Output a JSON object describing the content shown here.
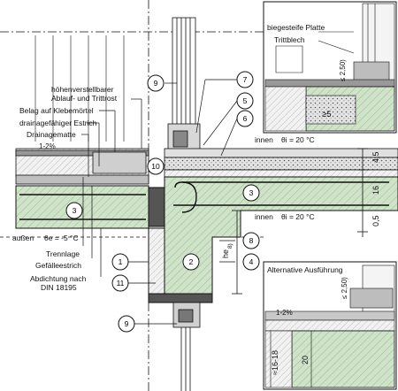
{
  "labels": {
    "ablauf_1": "höhenverstellbarer",
    "ablauf_2": "Ablauf- und Trittrost",
    "belag": "Belag auf Klebemörtel",
    "estrich": "drainagefähiger Estrich",
    "drainage": "Drainagematte",
    "slope_top": "1-2%",
    "aussen": "außen",
    "theta_e": "θe = -5 °C",
    "trennlage": "Trennlage",
    "gefaelle": "Gefälleestrich",
    "abdichtung_1": "Abdichtung nach",
    "abdichtung_2": "DIN 18195",
    "innen_top": "innen",
    "theta_i_top": "θi = 20 °C",
    "innen_bottom": "innen",
    "theta_i_bottom": "θi = 20 °C",
    "he": "he",
    "he_sup": "8)"
  },
  "dims_right": {
    "d1": "4,5",
    "d2": "16",
    "d3": "0,5"
  },
  "callouts": [
    "9",
    "7",
    "5",
    "6",
    "10",
    "3",
    "3",
    "2",
    "8",
    "4",
    "1",
    "11",
    "9"
  ],
  "inset_top": {
    "plate": "biegesteife Platte",
    "tritt": "Trittblech",
    "dim_50": "≤ 2,50)",
    "dim_5": "≥5"
  },
  "inset_bottom": {
    "title": "Alternative Ausführung",
    "slope": "1-2%",
    "dim_50": "≤ 2,50)",
    "dim_16": "≈16-18",
    "dim_20": "20"
  },
  "colors": {
    "concrete": "#cfe3c9",
    "insulation": "#e9e9e9",
    "line": "#111111"
  }
}
